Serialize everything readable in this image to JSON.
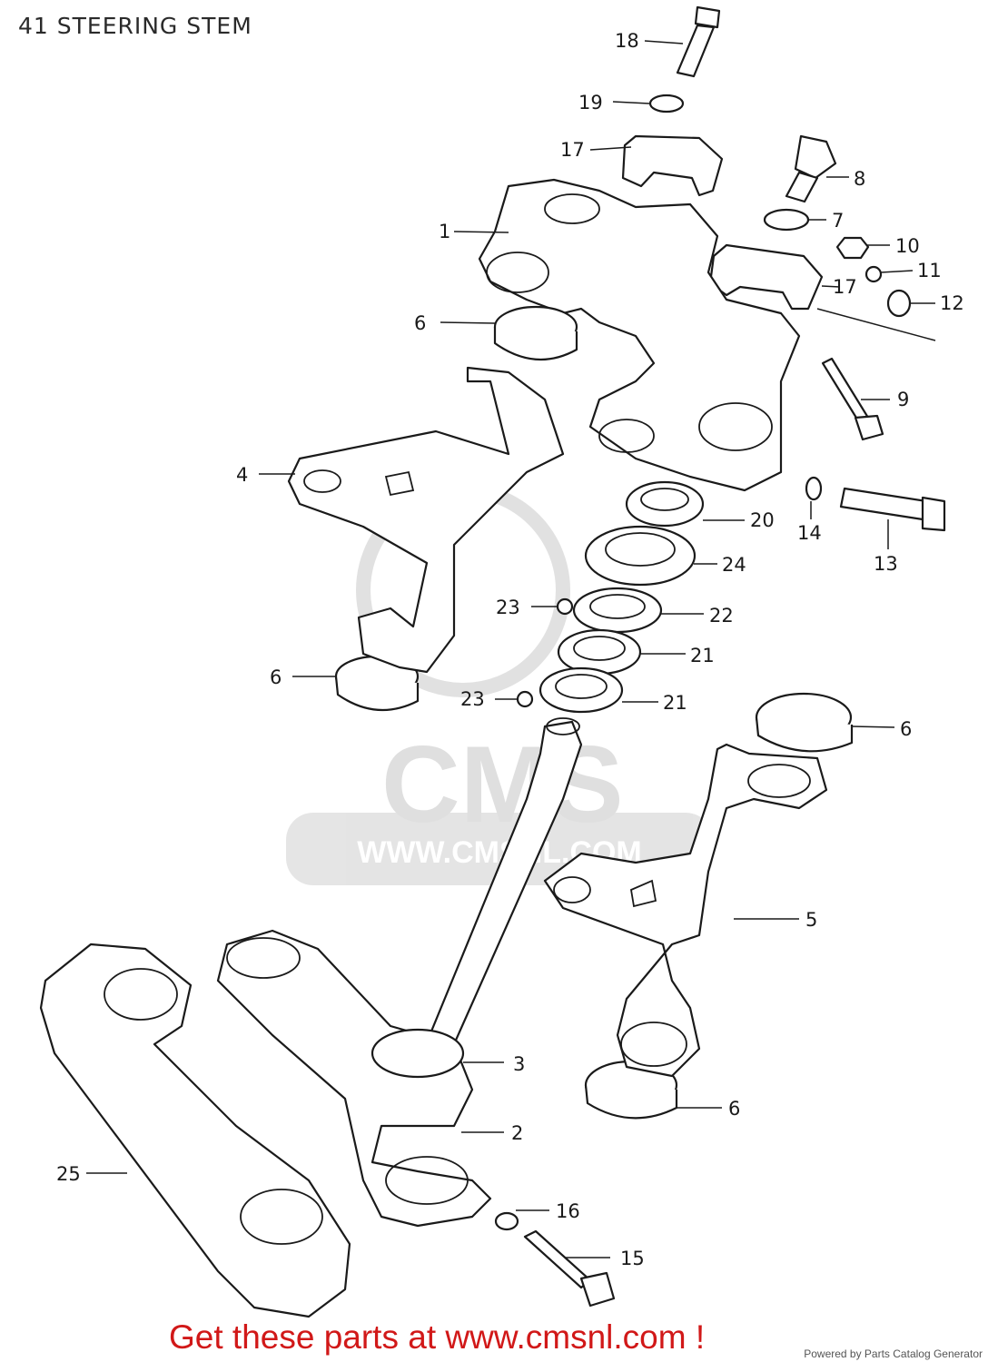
{
  "diagram": {
    "title": "41 STEERING STEM",
    "callouts": [
      {
        "id": "c18",
        "label": "18"
      },
      {
        "id": "c19",
        "label": "19"
      },
      {
        "id": "c17a",
        "label": "17"
      },
      {
        "id": "c8",
        "label": "8"
      },
      {
        "id": "c1",
        "label": "1"
      },
      {
        "id": "c7",
        "label": "7"
      },
      {
        "id": "c10",
        "label": "10"
      },
      {
        "id": "c11",
        "label": "11"
      },
      {
        "id": "c17b",
        "label": "17"
      },
      {
        "id": "c12",
        "label": "12"
      },
      {
        "id": "c6a",
        "label": "6"
      },
      {
        "id": "c9",
        "label": "9"
      },
      {
        "id": "c4",
        "label": "4"
      },
      {
        "id": "c14",
        "label": "14"
      },
      {
        "id": "c20",
        "label": "20"
      },
      {
        "id": "c13",
        "label": "13"
      },
      {
        "id": "c24",
        "label": "24"
      },
      {
        "id": "c23a",
        "label": "23"
      },
      {
        "id": "c22",
        "label": "22"
      },
      {
        "id": "c21a",
        "label": "21"
      },
      {
        "id": "c6b",
        "label": "6"
      },
      {
        "id": "c23b",
        "label": "23"
      },
      {
        "id": "c21b",
        "label": "21"
      },
      {
        "id": "c6c",
        "label": "6"
      },
      {
        "id": "c5",
        "label": "5"
      },
      {
        "id": "c3",
        "label": "3"
      },
      {
        "id": "c6d",
        "label": "6"
      },
      {
        "id": "c2",
        "label": "2"
      },
      {
        "id": "c25",
        "label": "25"
      },
      {
        "id": "c16",
        "label": "16"
      },
      {
        "id": "c15",
        "label": "15"
      }
    ]
  },
  "watermark": {
    "brand": "CMS",
    "url": "WWW.CMSNL.COM"
  },
  "footer": {
    "cta_text": "Get these parts at www.cmsnl.com !",
    "powered_by": "Powered by Parts Catalog Generator"
  }
}
